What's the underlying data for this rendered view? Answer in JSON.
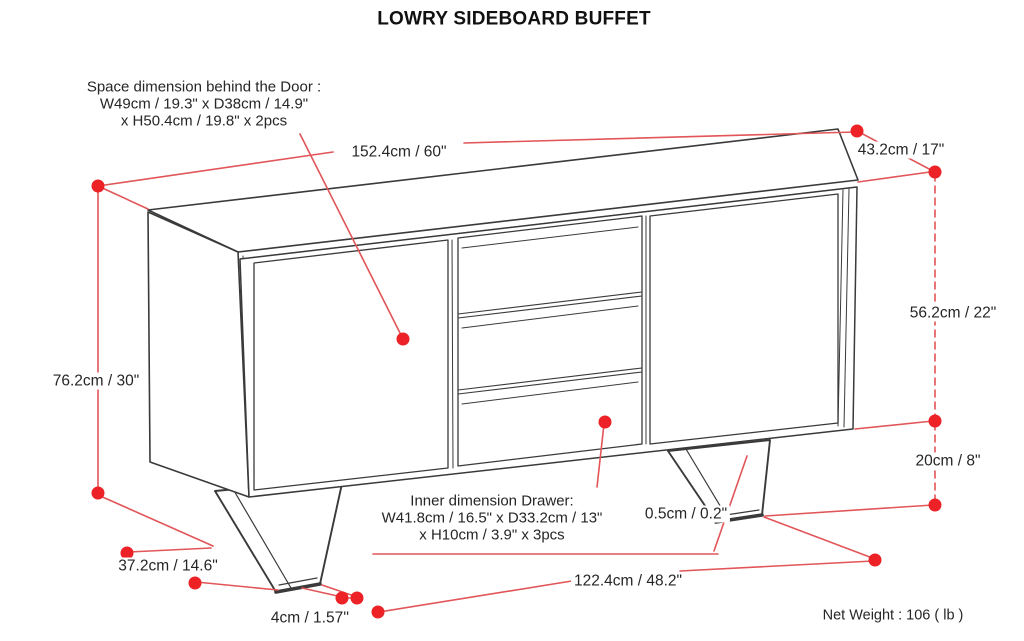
{
  "title": "LOWRY SIDEBOARD BUFFET",
  "product": {
    "callout_door_space": "Space dimension behind the Door :\nW49cm / 19.3\" x D38cm / 14.9\"\nx H50.4cm / 19.8\" x 2pcs",
    "callout_drawer_inner": "Inner dimension Drawer:\nW41.8cm / 16.5\" x D33.2cm / 13\"\nx H10cm / 3.9\" x 3pcs"
  },
  "dimensions": {
    "width": "152.4cm / 60\"",
    "depth": "43.2cm / 17\"",
    "body_height": "56.2cm / 22\"",
    "leg_height": "20cm / 8\"",
    "total_height": "76.2cm / 30\"",
    "leg_depth": "37.2cm / 14.6\"",
    "foot_width": "4cm / 1.57''",
    "leg_span": "122.4cm / 48.2\"",
    "floor_gap": "0.5cm / 0.2\""
  },
  "footer": {
    "net_weight": "Net Weight : 106 ( lb )"
  },
  "colors": {
    "dimension_line": "#e25558",
    "marker_dot": "#ec2227",
    "drawing_line": "#3a3a3a",
    "text": "#262626",
    "background": "#ffffff"
  }
}
